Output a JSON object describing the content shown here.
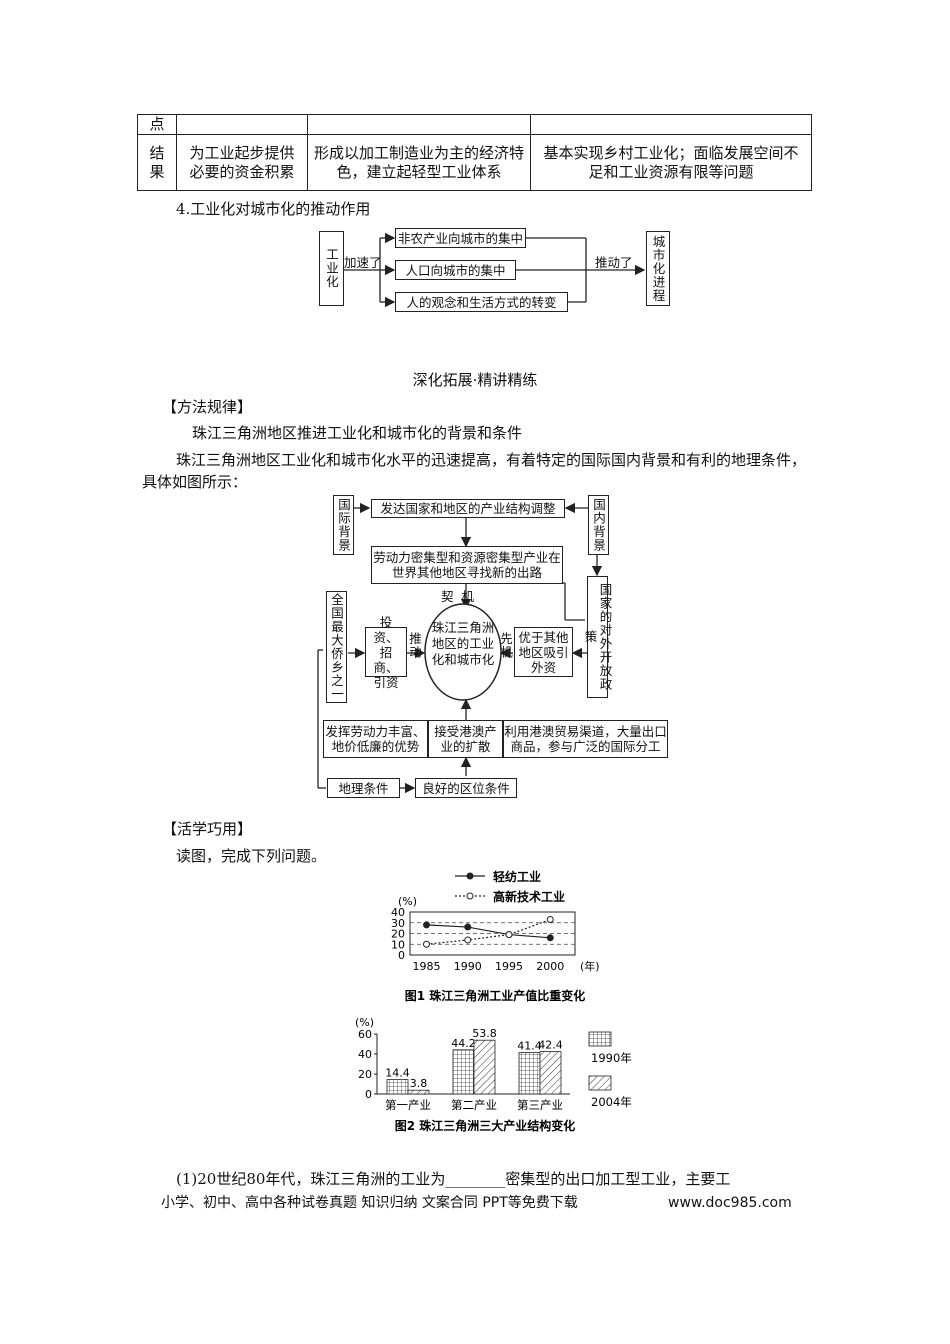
{
  "table": {
    "row1_head": "点",
    "row2_head": "结果",
    "row2_c1": "为工业起步提供必要的资金积累",
    "row2_c2": "形成以加工制造业为主的经济特色，建立起轻型工业体系",
    "row2_c3": "基本实现乡村工业化；面临发展空间不足和工业资源有限等问题"
  },
  "section4_title": "4.工业化对城市化的推动作用",
  "diagram1": {
    "left": "工业化",
    "accel": "加速了",
    "b1": "非农产业向城市的集中",
    "b2": "人口向城市的集中",
    "b3": "人的观念和生活方式的转变",
    "push": "推动了",
    "right": "城市化进程"
  },
  "heading": "深化拓展·精讲精练",
  "method_title": "【方法规律】",
  "method_sub": "珠江三角洲地区推进工业化和城市化的背景和条件",
  "method_para": "珠江三角洲地区工业化和城市化水平的迅速提高，有着特定的国际国内背景和有利的地理条件，具体如图所示：",
  "diagram2": {
    "intl": "国际背景",
    "dom": "国内背景",
    "t1": "发达国家和地区的产业结构调整",
    "t2": "劳动力密集型和资源密集型产业在世界其他地区寻找新的出路",
    "qiji": "契机",
    "qiao": "全国最大侨乡之一",
    "invest": "投资、招商、引资",
    "tuidong": "推动",
    "center": "珠江三角洲地区的工业化和城市化",
    "xianji": "先机",
    "attract": "优于其他地区吸引外资",
    "policy": "国家的对外开放政策",
    "bot1": "发挥劳动力丰富、地价低廉的优势",
    "bot2": "接受港澳产业的扩散",
    "bot3": "利用港澳贸易渠道，大量出口商品，参与广泛的国际分工",
    "geo": "地理条件",
    "loc": "良好的区位条件"
  },
  "practice_title": "【活学巧用】",
  "practice_text": "读图，完成下列问题。",
  "chart_data": [
    {
      "type": "line",
      "title": "图1  珠江三角洲工业产值比重变化",
      "ylabel": "(%)",
      "xunit": "(年)",
      "ylim": [
        0,
        40
      ],
      "yticks": [
        0,
        10,
        20,
        30,
        40
      ],
      "x": [
        1985,
        1990,
        1995,
        2000
      ],
      "series": [
        {
          "name": "轻纺工业",
          "values": [
            28,
            26,
            19,
            16
          ]
        },
        {
          "name": "高新技术工业",
          "values": [
            10,
            14,
            19,
            33
          ]
        }
      ]
    },
    {
      "type": "bar",
      "title": "图2  珠江三角洲三大产业结构变化",
      "ylabel": "(%)",
      "ylim": [
        0,
        60
      ],
      "yticks": [
        0,
        20,
        40,
        60
      ],
      "categories": [
        "第一产业",
        "第二产业",
        "第三产业"
      ],
      "series": [
        {
          "name": "1990年",
          "values": [
            14.4,
            44.2,
            41.4
          ]
        },
        {
          "name": "2004年",
          "values": [
            3.8,
            53.8,
            42.4
          ]
        }
      ]
    }
  ],
  "question1": "(1)20世纪80年代，珠江三角洲的工业为________密集型的出口加工型工业，主要工",
  "footer": "小学、初中、高中各种试卷真题  知识归纳  文案合同  PPT等免费下载",
  "footer_url": "www.doc985.com"
}
